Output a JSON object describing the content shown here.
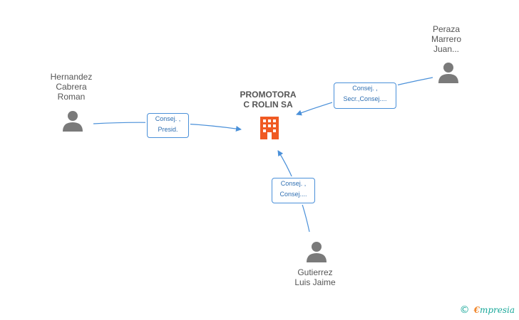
{
  "company": {
    "name_line1": "PROMOTORA",
    "name_line2": "C ROLIN SA"
  },
  "people": [
    {
      "lines": [
        "Hernandez",
        "Cabrera",
        "Roman"
      ]
    },
    {
      "lines": [
        "Peraza",
        "Marrero",
        "Juan..."
      ]
    },
    {
      "lines": [
        "Gutierrez",
        "Luis Jaime"
      ]
    }
  ],
  "roles": [
    {
      "line1": "Consej. ,",
      "line2": "Presid."
    },
    {
      "line1": "Consej. ,",
      "line2": "Secr.,Consej...."
    },
    {
      "line1": "Consej. ,",
      "line2": "Consej...."
    }
  ],
  "watermark": {
    "symbol": "©",
    "e": "€",
    "rest": "mpresia"
  },
  "colors": {
    "edge": "#4a90d9",
    "company_icon": "#f05a23",
    "person_icon": "#7a7a7a"
  }
}
